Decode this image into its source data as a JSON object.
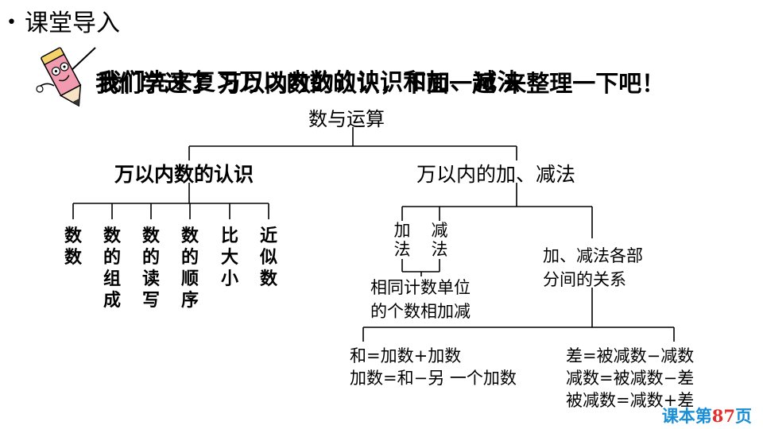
{
  "header": {
    "bullet": "•",
    "title": "课堂导入"
  },
  "banner": {
    "line_a": "我们学过了 万以内数的认识，下面一起 来整理一下吧！",
    "line_b": "我们先来复习万以内数的认识和加、减法"
  },
  "tree": {
    "root": "数与运算",
    "left": {
      "title": "万以内数的认识",
      "items": [
        "数数",
        "数的组成",
        "数的读写",
        "数的顺序",
        "比大小",
        "近似数"
      ]
    },
    "right": {
      "title": "万以内的加、减法",
      "add": "加法",
      "sub": "减法",
      "rule_line1": "相同计数单位",
      "rule_line2": "的个数相加减",
      "relation_line1": "加、减法各部",
      "relation_line2": "分间的关系",
      "add_formulas": [
        "和=加数+加数",
        "加数=和−另 一个加数"
      ],
      "sub_formulas": [
        "差=被减数−减数",
        "减数=被减数−差",
        "被减数=减数+差"
      ]
    }
  },
  "footer": {
    "prefix": "课本第",
    "page": "87",
    "suffix": "页"
  },
  "colors": {
    "footer_text": "#1a8fd6",
    "footer_number": "#e3302d",
    "pencil_body": "#f29bb0"
  }
}
